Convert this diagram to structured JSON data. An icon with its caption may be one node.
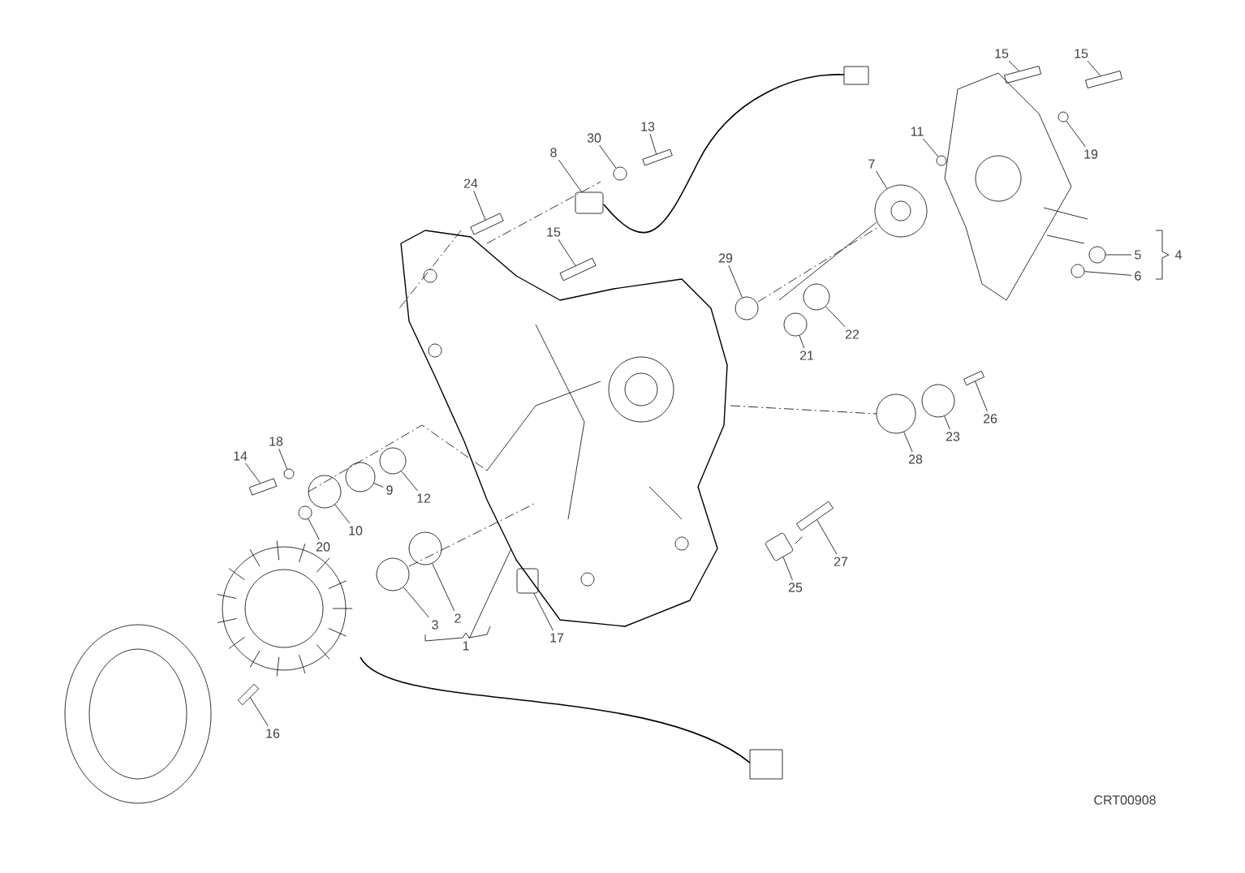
{
  "diagram": {
    "nodes": [
      {
        "text": [
          "15"
        ]
      },
      {
        "text": [
          "15"
        ]
      },
      {
        "text": [
          "13"
        ]
      },
      {
        "text": [
          "11"
        ]
      },
      {
        "text": [
          "30"
        ]
      },
      {
        "text": [
          "8"
        ]
      },
      {
        "text": [
          "19"
        ]
      },
      {
        "text": [
          "7"
        ]
      },
      {
        "text": [
          "24"
        ]
      },
      {
        "text": [
          "15"
        ]
      },
      {
        "text": [
          "5"
        ]
      },
      {
        "text": [
          "4"
        ]
      },
      {
        "text": [
          "29"
        ]
      },
      {
        "text": [
          "6"
        ]
      },
      {
        "text": [
          "22"
        ]
      },
      {
        "text": [
          "21"
        ]
      },
      {
        "text": [
          "26"
        ]
      },
      {
        "text": [
          "23"
        ]
      },
      {
        "text": [
          "18"
        ]
      },
      {
        "text": [
          "14"
        ]
      },
      {
        "text": [
          "28"
        ]
      },
      {
        "text": [
          "9"
        ]
      },
      {
        "text": [
          "12"
        ]
      },
      {
        "text": [
          "10"
        ]
      },
      {
        "text": [
          "20"
        ]
      },
      {
        "text": [
          "27"
        ]
      },
      {
        "text": [
          "25"
        ]
      },
      {
        "text": [
          "2"
        ]
      },
      {
        "text": [
          "3"
        ]
      },
      {
        "text": [
          "17"
        ]
      },
      {
        "text": [
          "1"
        ]
      },
      {
        "text": [
          "16"
        ]
      },
      {
        "text": [],
        "shape": "bar"
      },
      {
        "text": [],
        "shape": "bar"
      },
      {
        "text": [],
        "shape": "circle"
      },
      {
        "text": [],
        "shape": "circle"
      },
      {
        "text": [],
        "shape": "circle"
      },
      {
        "text": [],
        "shape": "circle"
      },
      {
        "text": [],
        "shape": "circle"
      },
      {
        "text": [],
        "shape": "circle"
      },
      {
        "text": [],
        "shape": "circle"
      },
      {
        "text": [],
        "shape": "bar"
      },
      {
        "text": [],
        "shape": "box"
      },
      {
        "text": [],
        "shape": "picture"
      },
      {
        "text": [],
        "shape": "bar"
      },
      {
        "text": [],
        "shape": "box"
      },
      {
        "text": [],
        "shape": "circle"
      },
      {
        "text": [],
        "shape": "bar"
      },
      {
        "text": [],
        "shape": "circle"
      },
      {
        "text": [],
        "shape": "box"
      },
      {
        "text": [],
        "shape": "circle"
      },
      {
        "text": [],
        "shape": "circle"
      },
      {
        "text": [],
        "shape": "bar"
      },
      {
        "text": [],
        "shape": "circle"
      },
      {
        "text": [],
        "shape": "circle"
      },
      {
        "text": [],
        "shape": "circle"
      },
      {
        "text": [],
        "shape": "circle"
      },
      {
        "text": [],
        "shape": "bar"
      },
      {
        "text": [],
        "shape": "bar"
      },
      {
        "text": [],
        "shape": "circle"
      },
      {
        "text": [],
        "shape": "circle"
      },
      {
        "text": [],
        "shape": "circle"
      },
      {
        "text": [],
        "shape": "bar"
      }
    ],
    "edges": [
      {
        "from": 0,
        "to": 58,
        "arrow": "none"
      },
      {
        "from": 1,
        "to": 62,
        "arrow": "none"
      },
      {
        "from": 2,
        "to": 47,
        "arrow": "none"
      },
      {
        "from": 3,
        "to": 56,
        "arrow": "none"
      },
      {
        "from": 4,
        "to": 46,
        "arrow": "none"
      },
      {
        "from": 5,
        "to": 45,
        "arrow": "none"
      },
      {
        "from": 6,
        "to": 59,
        "arrow": "none"
      },
      {
        "from": 7,
        "to": 54,
        "arrow": "none"
      },
      {
        "from": 8,
        "to": 41,
        "arrow": "none"
      },
      {
        "from": 9,
        "to": 44,
        "arrow": "none"
      },
      {
        "from": 10,
        "to": 61,
        "arrow": "none"
      },
      {
        "from": 12,
        "to": 48,
        "arrow": "none"
      },
      {
        "from": 13,
        "to": 60,
        "arrow": "none"
      },
      {
        "from": 14,
        "to": 51,
        "arrow": "none"
      },
      {
        "from": 15,
        "to": 50,
        "arrow": "none"
      },
      {
        "from": 16,
        "to": 57,
        "arrow": "none"
      },
      {
        "from": 17,
        "to": 55,
        "arrow": "none"
      },
      {
        "from": 18,
        "to": 34,
        "arrow": "none"
      },
      {
        "from": 19,
        "to": 33,
        "arrow": "none"
      },
      {
        "from": 20,
        "to": 53,
        "arrow": "none"
      },
      {
        "from": 21,
        "to": 37,
        "arrow": "none"
      },
      {
        "from": 22,
        "to": 38,
        "arrow": "none"
      },
      {
        "from": 23,
        "to": 36,
        "arrow": "none"
      },
      {
        "from": 24,
        "to": 35,
        "arrow": "none"
      },
      {
        "from": 25,
        "to": 52,
        "arrow": "none"
      },
      {
        "from": 26,
        "to": 49,
        "arrow": "none"
      },
      {
        "from": 27,
        "to": 40,
        "arrow": "none"
      },
      {
        "from": 28,
        "to": 39,
        "arrow": "none"
      },
      {
        "from": 29,
        "to": 42,
        "arrow": "none"
      },
      {
        "from": 30,
        "to": 43,
        "arrow": "none"
      },
      {
        "from": 31,
        "to": 32,
        "arrow": "none"
      }
    ],
    "labels": [
      "CRT00908"
    ]
  }
}
